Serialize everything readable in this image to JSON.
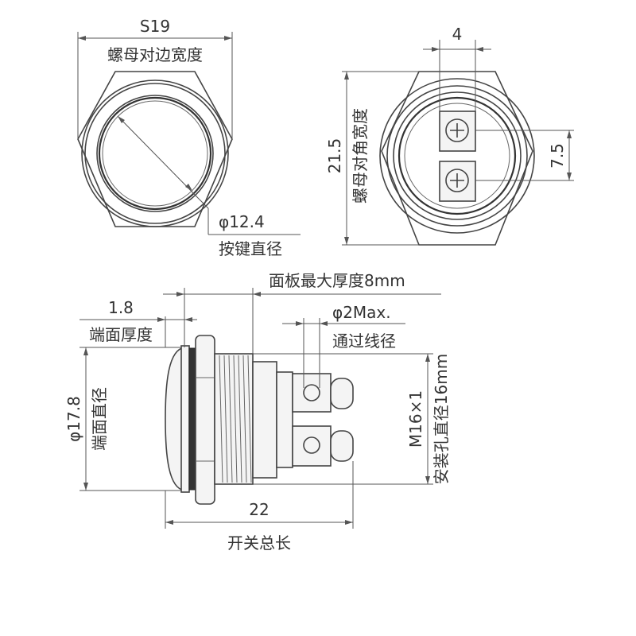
{
  "front_view": {
    "nut_width_value": "S19",
    "nut_width_label": "螺母对边宽度",
    "button_diameter_value": "φ12.4",
    "button_diameter_label": "按键直径"
  },
  "back_view": {
    "terminal_width_value": "4",
    "corner_width_value": "21.5",
    "corner_width_label": "螺母对角宽度",
    "terminal_pitch_value": "7.5"
  },
  "side_view": {
    "panel_thickness_label": "面板最大厚度8mm",
    "head_thickness_value": "1.8",
    "head_thickness_label": "端面厚度",
    "wire_diameter_value": "φ2Max.",
    "wire_diameter_label": "通过线径",
    "head_diameter_value": "φ17.8",
    "head_diameter_label": "端面直径",
    "thread_value": "M16×1",
    "mount_hole_label": "安装孔直径16mm",
    "total_length_value": "22",
    "total_length_label": "开关总长"
  }
}
